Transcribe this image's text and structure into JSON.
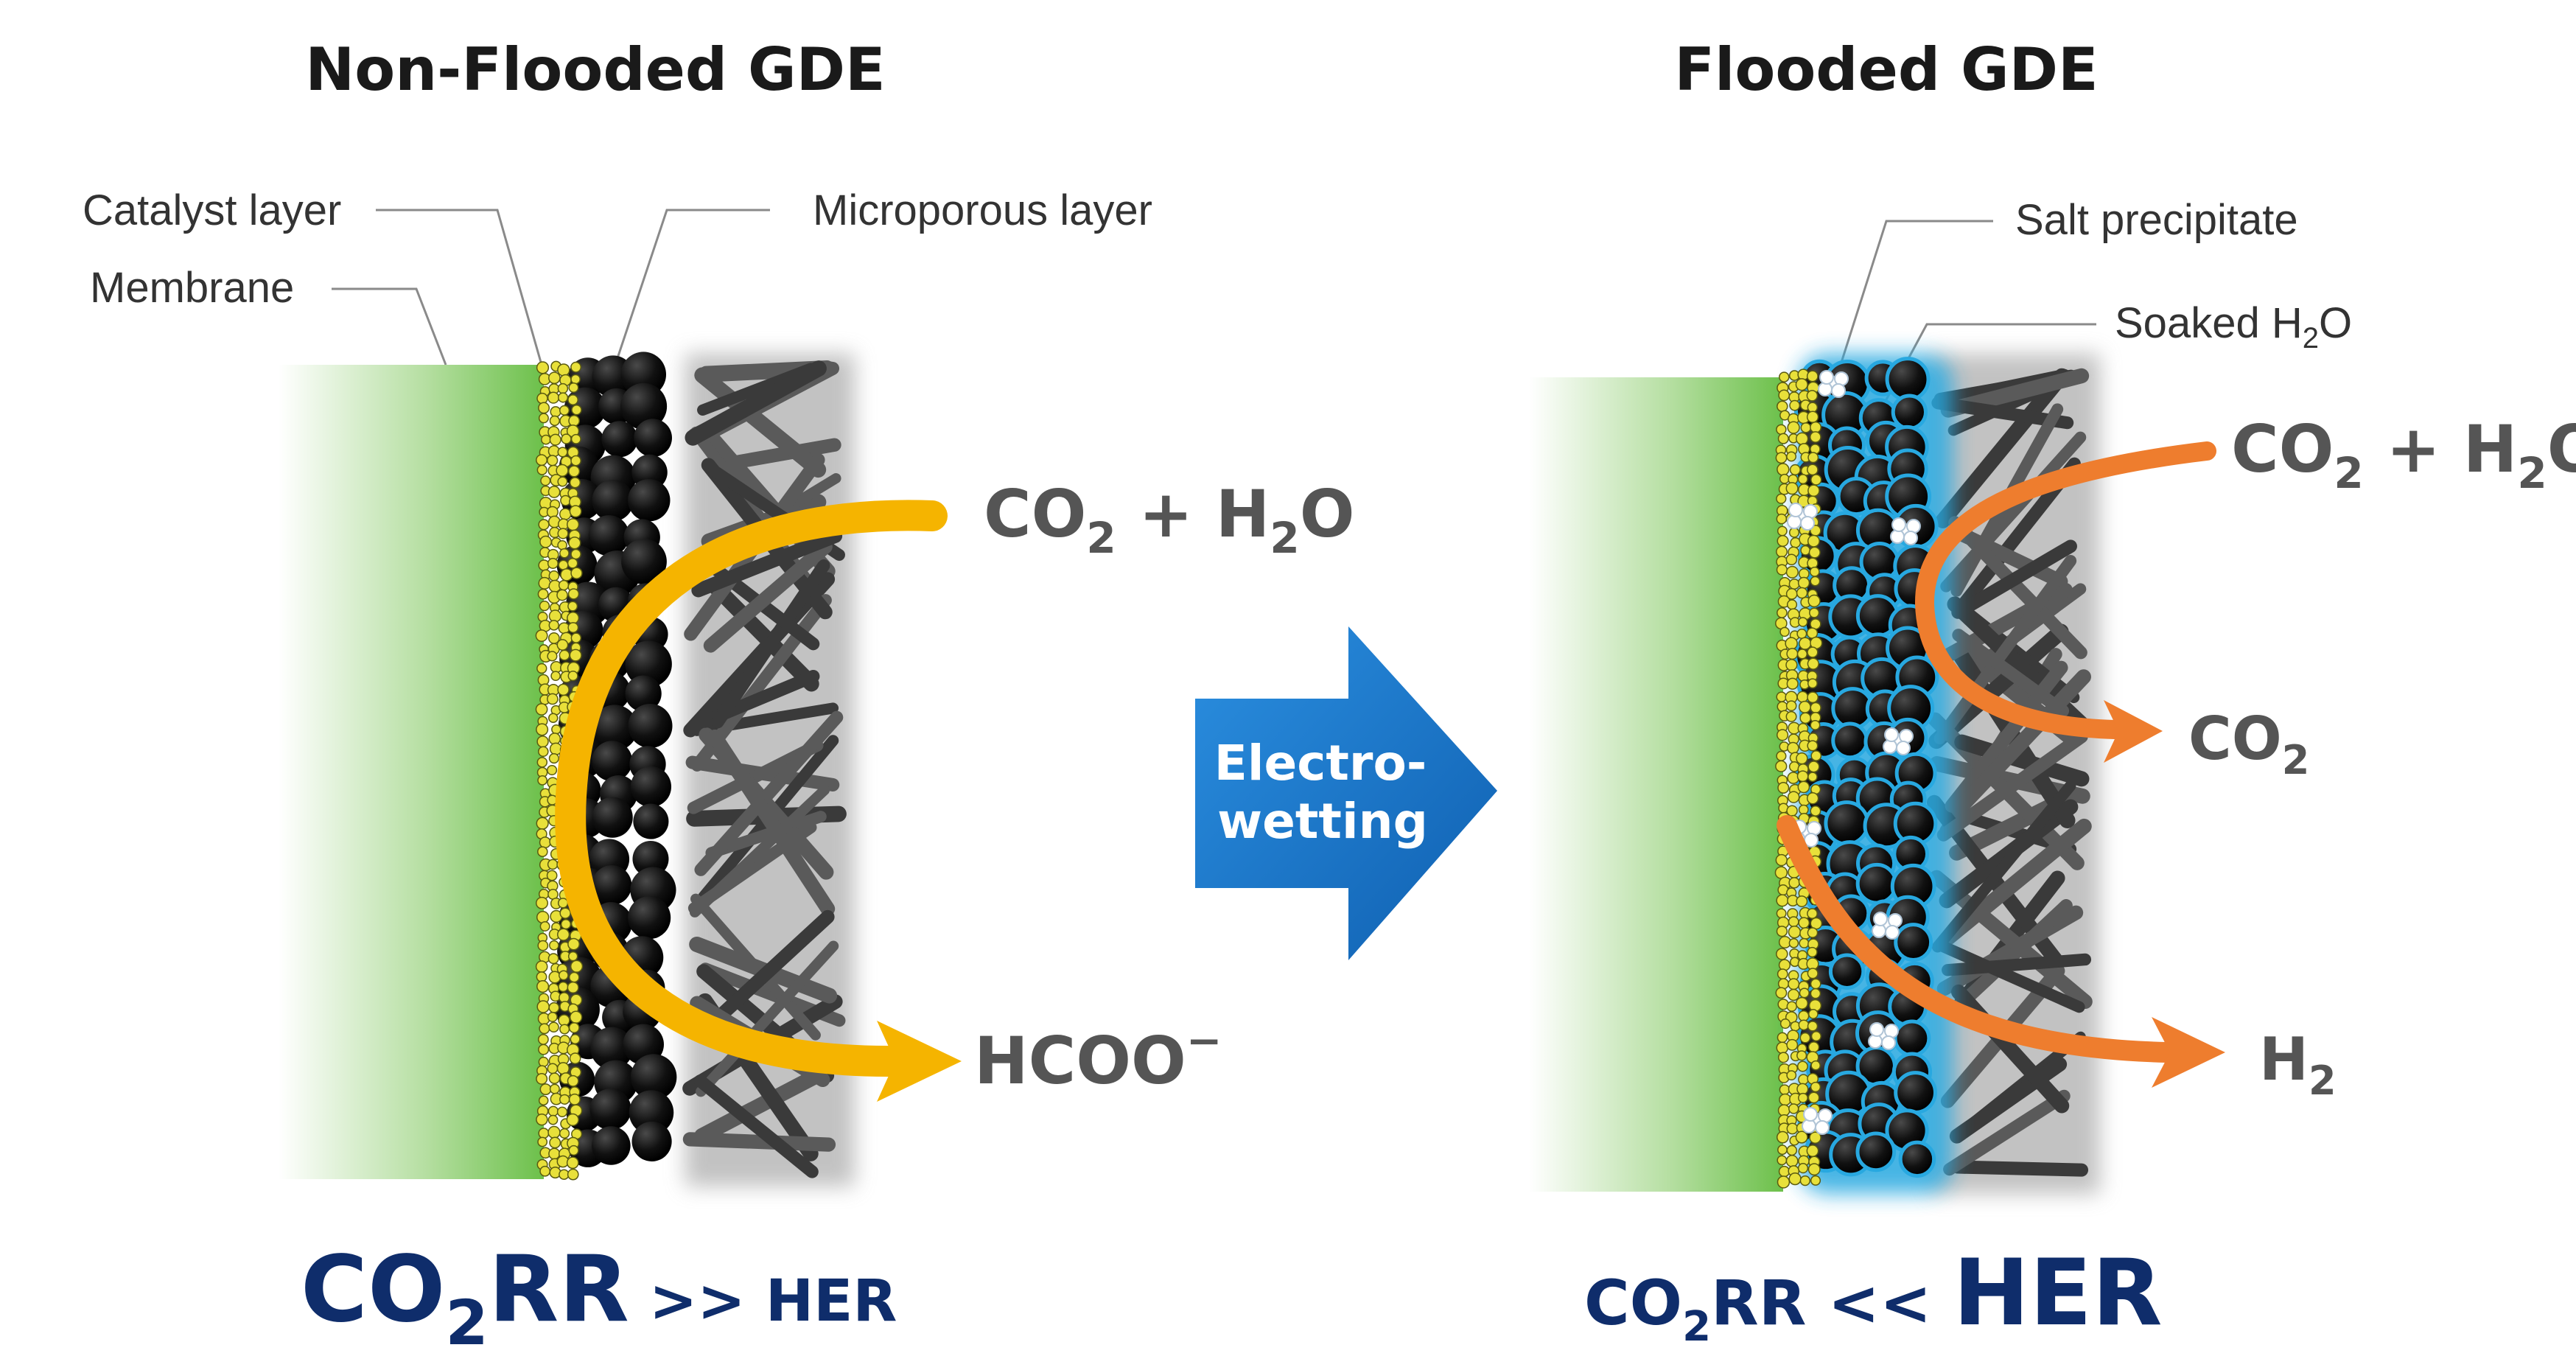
{
  "left": {
    "title": "Non-Flooded GDE",
    "labels": {
      "catalyst": "Catalyst layer",
      "membrane": "Membrane",
      "microporous": "Microporous layer"
    },
    "inlet": {
      "main": "CO",
      "sub1": "2",
      "plus": " + H",
      "sub2": "2",
      "tail": "O"
    },
    "product": {
      "main": "HCOO",
      "sup": "−"
    },
    "comparison": {
      "a": "CO",
      "sub": "2",
      "b": "RR",
      "op": " >> HER"
    }
  },
  "center": {
    "arrow_line1": "Electro-",
    "arrow_line2": "wetting",
    "arrow_color": "#1f78c8"
  },
  "right": {
    "title": "Flooded GDE",
    "labels": {
      "salt": "Salt precipitate",
      "soaked_main": "Soaked H",
      "soaked_sub": "2",
      "soaked_tail": "O"
    },
    "inlet": {
      "main": "CO",
      "sub1": "2",
      "plus": " + H",
      "sub2": "2",
      "tail": "O"
    },
    "outlet_co2": {
      "main": "CO",
      "sub": "2"
    },
    "outlet_h2": {
      "main": "H",
      "sub": "2"
    },
    "comparison": {
      "a": "CO",
      "sub": "2",
      "b": "RR << ",
      "c": "HER"
    }
  },
  "colors": {
    "membrane_green": "#6cc04a",
    "catalyst_yellow": "#e8e03a",
    "flow_yellow": "#f5b400",
    "flow_orange": "#ee7d2e",
    "water_blue": "#28a8e0",
    "text_navy": "#0f2d6b"
  }
}
